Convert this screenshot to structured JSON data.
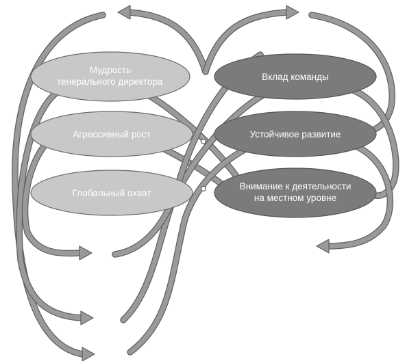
{
  "nodes_left": [
    {
      "id": "wisdom",
      "lines": [
        "Мудрость",
        "генерального директора"
      ]
    },
    {
      "id": "growth",
      "lines": [
        "Агрессивный рост"
      ]
    },
    {
      "id": "global",
      "lines": [
        "Глобальный охват"
      ]
    }
  ],
  "nodes_right": [
    {
      "id": "team",
      "lines": [
        "Вклад команды"
      ]
    },
    {
      "id": "sustain",
      "lines": [
        "Устойчивое развитие"
      ]
    },
    {
      "id": "local",
      "lines": [
        "Внимание к деятельности",
        "на местном уровне"
      ]
    }
  ],
  "colors": {
    "left_node_fill": "#c8c8c8",
    "right_node_fill": "#7b7b7b",
    "arrow_fill": "#9a9a9a",
    "arrow_outline": "#5f5f5f"
  }
}
